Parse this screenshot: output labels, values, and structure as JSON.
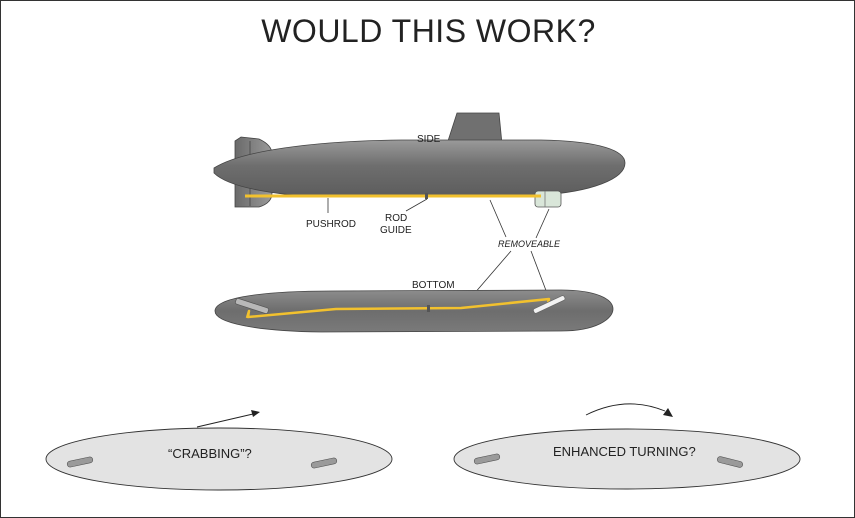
{
  "title": "WOULD THIS WORK?",
  "labels": {
    "side": "SIDE",
    "pushrod": "PUSHROD",
    "rod_guide_line1": "ROD",
    "rod_guide_line2": "GUIDE",
    "removeable": "REMOVEABLE",
    "bottom": "BOTTOM",
    "crabbing": "“CRABBING”?",
    "enhanced_turning": "ENHANCED TURNING?"
  },
  "colors": {
    "hull_dark": "#7a7a7a",
    "hull_light": "#d6d6d6",
    "pushrod": "#f2c12e",
    "plan_fill": "#e3e3e3"
  }
}
